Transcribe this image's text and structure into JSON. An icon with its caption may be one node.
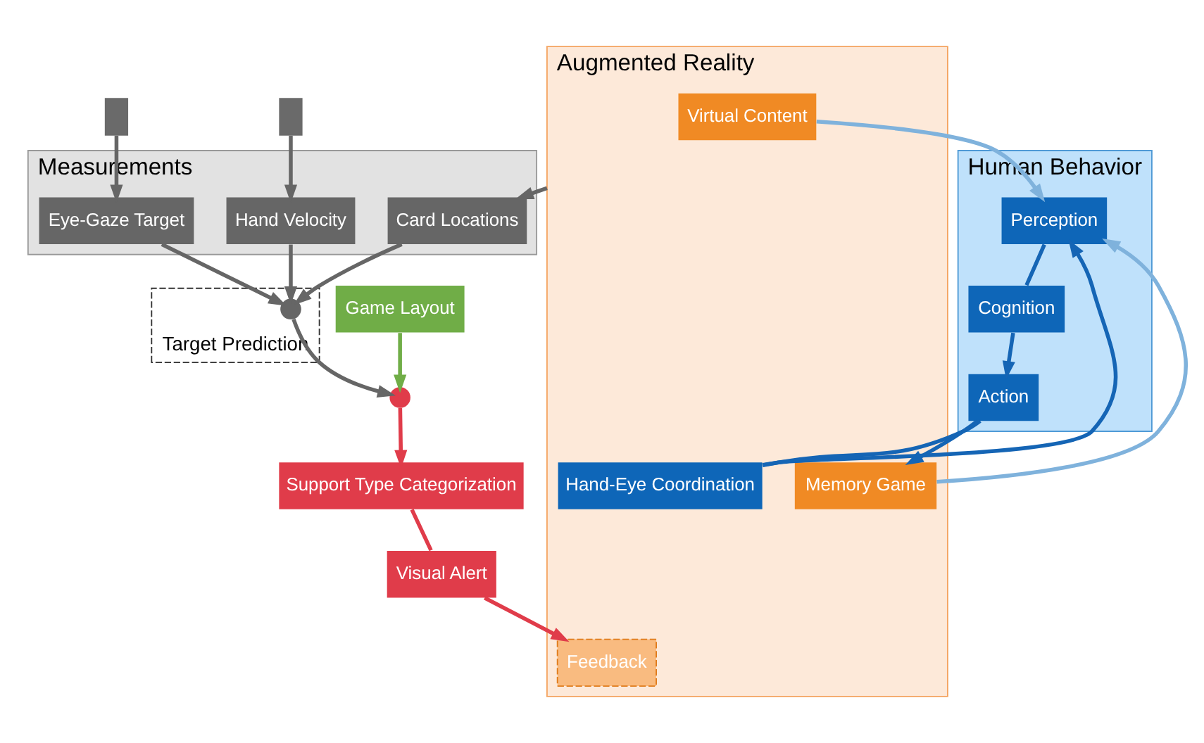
{
  "diagram": {
    "nodes": [
      {
        "text": [
          "Human Behavior"
        ]
      },
      {
        "text": [
          "Perception"
        ],
        "in": 0
      },
      {
        "text": [
          "Cognition"
        ],
        "in": 0
      },
      {
        "text": [
          "Action"
        ],
        "in": 0
      },
      {
        "text": [],
        "shape": "bar"
      },
      {
        "text": [],
        "shape": "bar"
      },
      {
        "text": [
          "Augmented Reality"
        ]
      },
      {
        "text": [
          "Virtual Content"
        ],
        "in": 6
      },
      {
        "text": [
          "Feedback"
        ],
        "in": 6
      },
      {
        "text": [
          "Hand-Eye Coordination"
        ],
        "in": 6
      },
      {
        "text": [
          "Memory Game"
        ],
        "in": 6
      },
      {
        "text": [
          "Measurements"
        ]
      },
      {
        "text": [
          "Eye-Gaze Target"
        ],
        "in": 11
      },
      {
        "text": [
          "Hand Velocity"
        ],
        "in": 11
      },
      {
        "text": [
          "Card Locations"
        ],
        "in": 11
      },
      {
        "text": [
          "Target Prediction"
        ]
      },
      {
        "text": [],
        "shape": "circle",
        "in": 15
      },
      {
        "text": [
          "Game Layout"
        ]
      },
      {
        "text": [],
        "shape": "circle"
      },
      {
        "text": [
          "Support Type Categorization"
        ]
      },
      {
        "text": [
          "Visual Alert"
        ]
      }
    ],
    "edges": [
      {
        "from": 1,
        "to": 2,
        "arrow": "none"
      },
      {
        "from": 2,
        "to": 3,
        "arrow": "to"
      },
      {
        "from": 7,
        "to": 1,
        "arrow": "to",
        "color": "#7fb2dc"
      },
      {
        "from": 10,
        "to": 1,
        "arrow": "to",
        "color": "#7fb2dc"
      },
      {
        "from": 3,
        "to": 9,
        "arrow": "none"
      },
      {
        "from": 9,
        "to": 1,
        "arrow": "to"
      },
      {
        "from": 3,
        "to": 10,
        "arrow": "to"
      },
      {
        "from": 4,
        "to": 12,
        "arrow": "to",
        "color": "#666666"
      },
      {
        "from": 5,
        "to": 13,
        "arrow": "to",
        "color": "#666666"
      },
      {
        "from": 6,
        "to": 14,
        "arrow": "to",
        "color": "#666666"
      },
      {
        "from": 12,
        "to": 16,
        "arrow": "to",
        "color": "#666666"
      },
      {
        "from": 13,
        "to": 16,
        "arrow": "to",
        "color": "#666666"
      },
      {
        "from": 14,
        "to": 16,
        "arrow": "to",
        "color": "#666666"
      },
      {
        "from": 16,
        "to": 18,
        "arrow": "to",
        "color": "#666666"
      },
      {
        "from": 17,
        "to": 18,
        "arrow": "to",
        "color": "#70ad47"
      },
      {
        "from": 18,
        "to": 19,
        "arrow": "to",
        "color": "#e03c4a"
      },
      {
        "from": 19,
        "to": 20,
        "arrow": "none",
        "color": "#e03c4a"
      },
      {
        "from": 20,
        "to": 8,
        "arrow": "to",
        "color": "#e03c4a"
      }
    ]
  }
}
